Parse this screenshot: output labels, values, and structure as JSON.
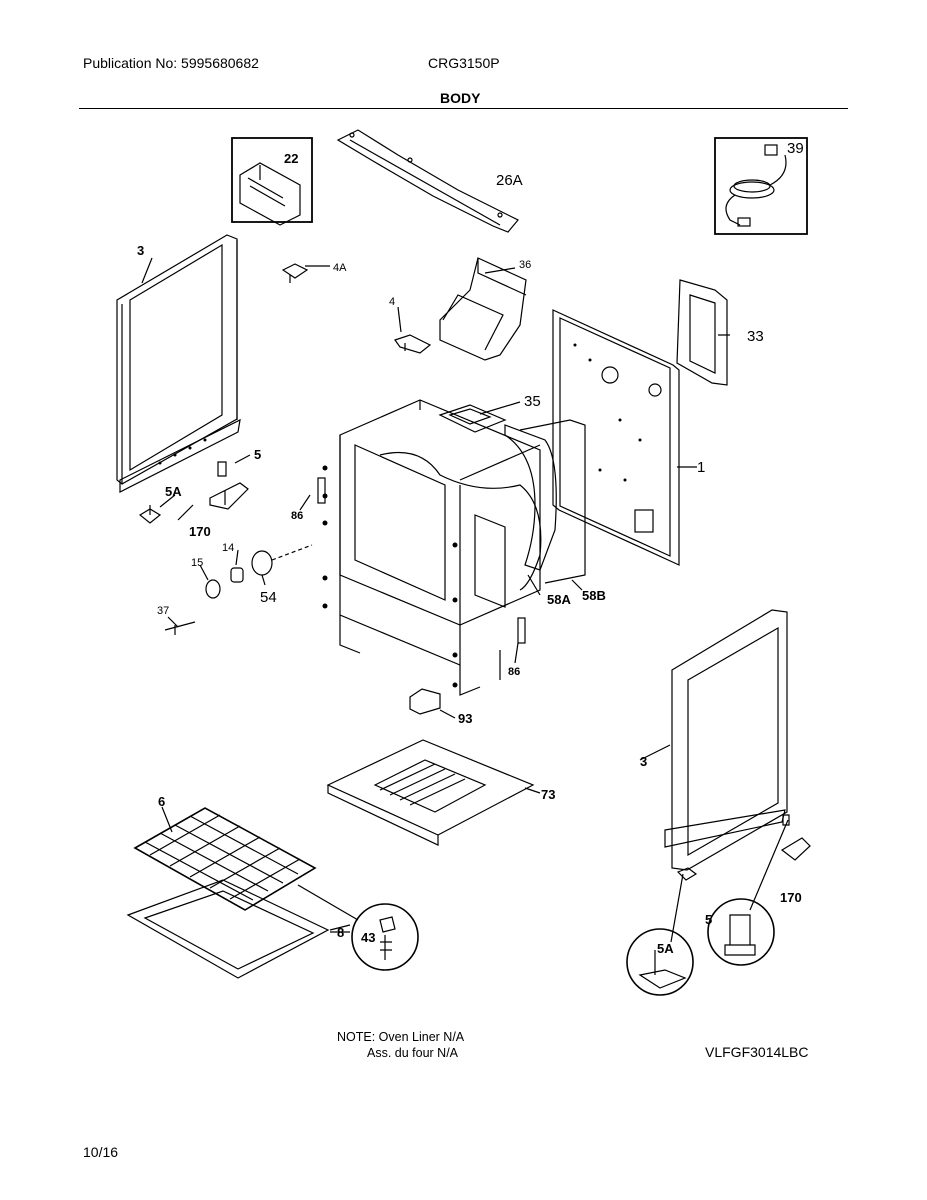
{
  "header": {
    "publication": "Publication No: 5995680682",
    "model": "CRG3150P",
    "section_title": "BODY"
  },
  "parts": [
    {
      "id": "p22",
      "label": "22"
    },
    {
      "id": "p26A",
      "label": "26A"
    },
    {
      "id": "p39",
      "label": "39"
    },
    {
      "id": "p3a",
      "label": "3"
    },
    {
      "id": "p4A",
      "label": "4A"
    },
    {
      "id": "p36",
      "label": "36"
    },
    {
      "id": "p4",
      "label": "4"
    },
    {
      "id": "p33",
      "label": "33"
    },
    {
      "id": "p35",
      "label": "35"
    },
    {
      "id": "p1",
      "label": "1"
    },
    {
      "id": "p5a",
      "label": "5"
    },
    {
      "id": "p5Aa",
      "label": "5A"
    },
    {
      "id": "p170a",
      "label": "170"
    },
    {
      "id": "p86a",
      "label": "86"
    },
    {
      "id": "p14",
      "label": "14"
    },
    {
      "id": "p15",
      "label": "15"
    },
    {
      "id": "p54",
      "label": "54"
    },
    {
      "id": "p58A",
      "label": "58A"
    },
    {
      "id": "p58B",
      "label": "58B"
    },
    {
      "id": "p37",
      "label": "37"
    },
    {
      "id": "p86b",
      "label": "86"
    },
    {
      "id": "p93",
      "label": "93"
    },
    {
      "id": "p73",
      "label": "73"
    },
    {
      "id": "p3b",
      "label": "3"
    },
    {
      "id": "p6",
      "label": "6"
    },
    {
      "id": "p8",
      "label": "8"
    },
    {
      "id": "p43",
      "label": "43"
    },
    {
      "id": "p170b",
      "label": "170"
    },
    {
      "id": "p5b",
      "label": "5"
    },
    {
      "id": "p5Ab",
      "label": "5A"
    }
  ],
  "note": {
    "line1": "NOTE: Oven Liner N/A",
    "line2": "Ass. du four N/A"
  },
  "diagram_code": "VLFGF3014LBC",
  "page_number": "10/16"
}
